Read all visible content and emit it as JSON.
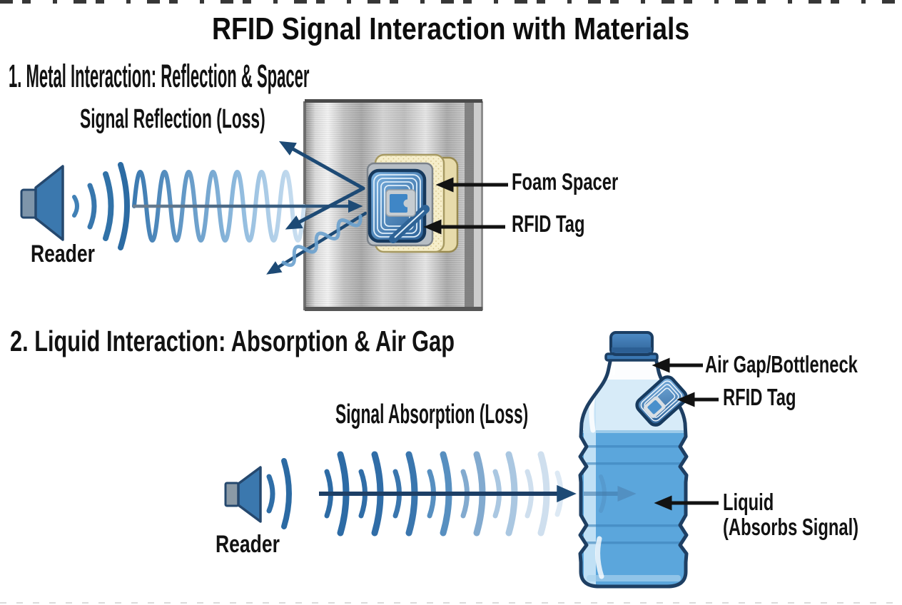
{
  "title": "RFID Signal Interaction with Materials",
  "section1": {
    "heading": "1. Metal Interaction: Reflection & Spacer",
    "signal_label": "Signal Reflection (Loss)",
    "reader_label": "Reader",
    "foam_spacer_label": "Foam Spacer",
    "rfid_tag_label": "RFID Tag"
  },
  "section2": {
    "heading": "2. Liquid Interaction: Absorption & Air Gap",
    "signal_label": "Signal Absorption (Loss)",
    "reader_label": "Reader",
    "air_gap_label": "Air Gap/Bottleneck",
    "rfid_tag_label": "RFID Tag",
    "liquid_label_line1": "Liquid",
    "liquid_label_line2": "(Absorbs Signal)"
  },
  "colors": {
    "navy": "#1d4a75",
    "arrow_black": "#121212",
    "reader_blue": "#3b78ae",
    "wave_blue": "#2d6ba5",
    "metal_gray": "#b5b5b5",
    "foam_cream": "#f6eeca",
    "tag_blue": "#2b5f95",
    "liquid_blue": "#5ba6dc",
    "cap_blue": "#3a77b2"
  }
}
